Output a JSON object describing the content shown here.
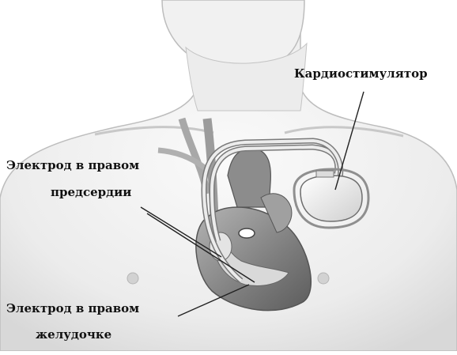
{
  "labels": {
    "pacemaker": "Кардиостимулятор",
    "atrium_line1": "Электрод в правом",
    "atrium_line2": "предсердии",
    "ventricle_line1": "Электрод в правом",
    "ventricle_line2": "желудочке"
  },
  "colors": {
    "skin_light": "#f4f4f4",
    "skin_shadow": "#cfcfcf",
    "outline": "#8a8a8a",
    "heart_dark": "#6f6f6f",
    "heart_mid": "#9a9a9a",
    "lead_wire": "#e9e9e9",
    "text": "#111111"
  },
  "icons": [
    "pacemaker-device-icon",
    "heart-icon",
    "torso-icon"
  ]
}
